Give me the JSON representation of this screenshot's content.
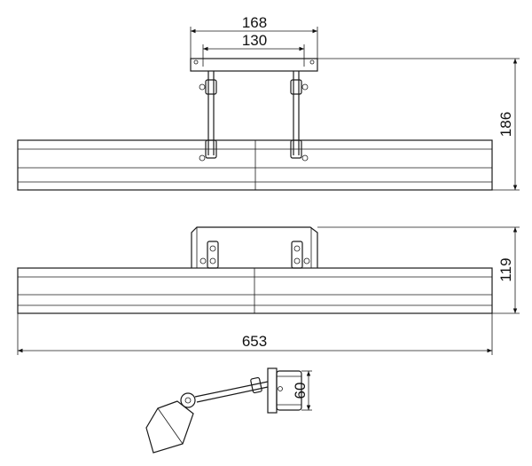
{
  "dimensions": {
    "plate_width": "168",
    "rod_spacing": "130",
    "total_height": "186",
    "side_height": "119",
    "total_length": "653",
    "base_diameter": "60"
  }
}
